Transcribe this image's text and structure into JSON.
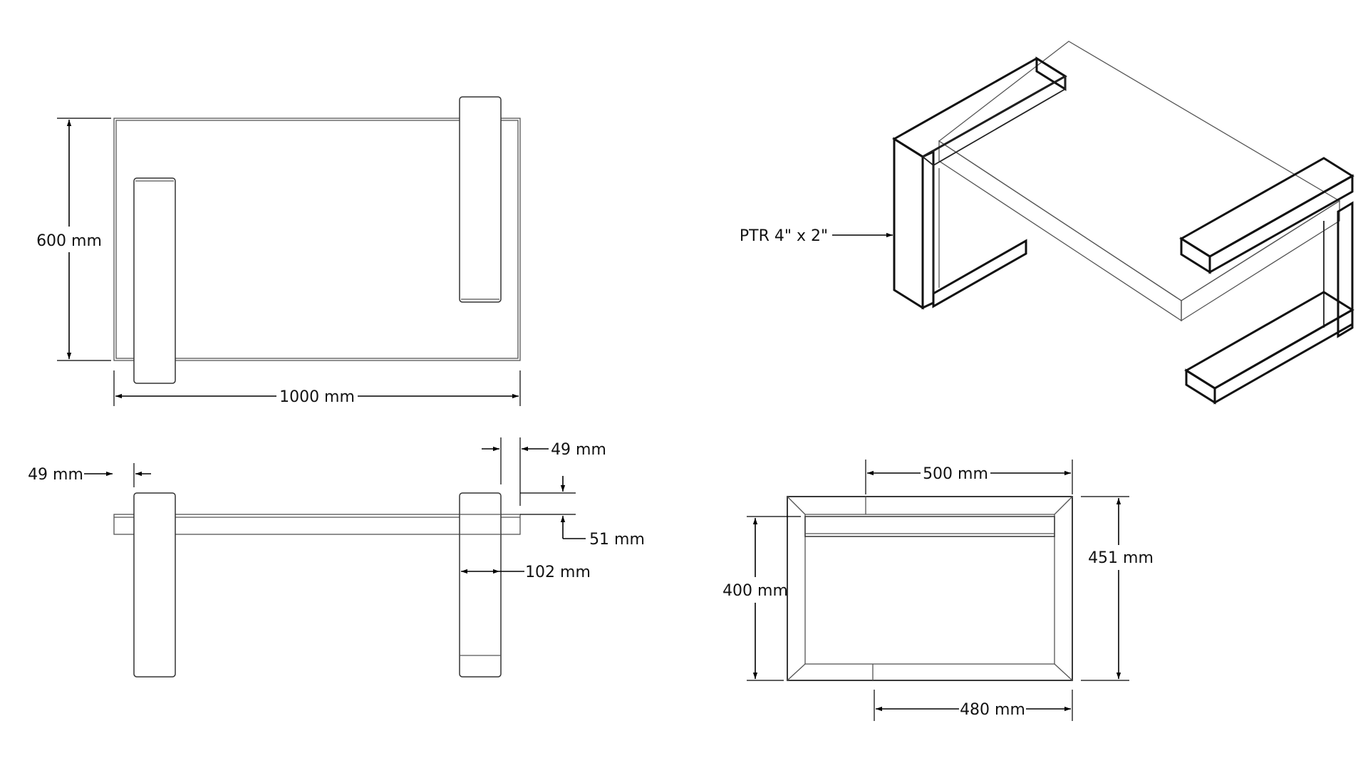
{
  "drawing": {
    "top_view": {
      "width_label": "600 mm",
      "length_label": "1000 mm"
    },
    "front_view": {
      "left_offset_label": "49 mm",
      "right_offset_label": "49 mm",
      "top_thickness_label": "51 mm",
      "leg_width_label": "102 mm"
    },
    "side_view": {
      "inner_width_label": "500 mm",
      "inner_height_label": "400 mm",
      "outer_height_label": "451 mm",
      "bottom_width_label": "480 mm"
    },
    "iso_view": {
      "profile_label": "PTR 4\" x 2\""
    }
  }
}
